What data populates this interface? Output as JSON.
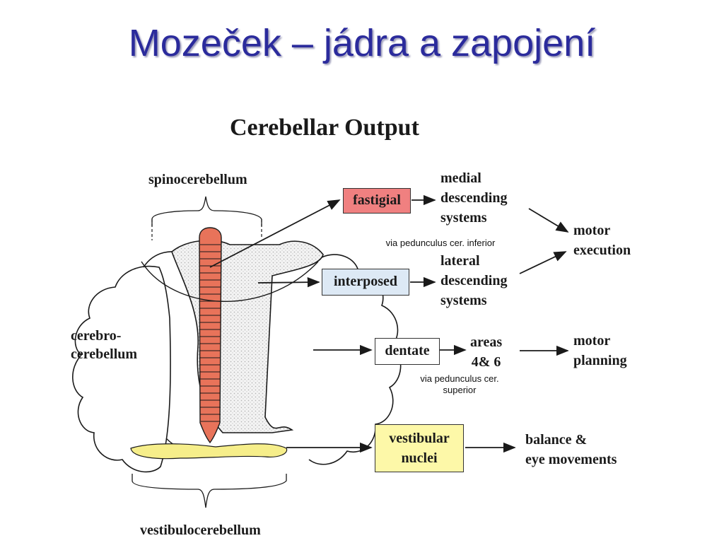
{
  "slide": {
    "title": "Mozeček – jádra a zapojení"
  },
  "figure": {
    "title": "Cerebellar Output",
    "regions": {
      "spino": "spinocerebellum",
      "cerebro_line1": "cerebro-",
      "cerebro_line2": "cerebellum",
      "vestibulo": "vestibulocerebellum"
    },
    "nuclei": {
      "fastigial": "fastigial",
      "interposed": "interposed",
      "dentate": "dentate",
      "vestibular_line1": "vestibular",
      "vestibular_line2": "nuclei"
    },
    "targets": {
      "medial": [
        "medial",
        "descending",
        "systems"
      ],
      "lateral": [
        "lateral",
        "descending",
        "systems"
      ],
      "areas": [
        "areas",
        "4& 6"
      ],
      "motor_execution": [
        "motor",
        "execution"
      ],
      "motor_planning": [
        "motor",
        "planning"
      ],
      "balance": [
        "balance &",
        "eye movements"
      ]
    },
    "notes": {
      "inferior": "via pedunculus cer. inferior",
      "superior_line1": "via pedunculus cer.",
      "superior_line2": "superior"
    },
    "colors": {
      "fastigial_fill": "#f08080",
      "interposed_fill": "#dde9f5",
      "vestibular_fill": "#fdf8a8",
      "vermis_fill": "#e8735a",
      "flocculus_fill": "#f6ee8a",
      "title_color": "#2b2b9c"
    }
  }
}
